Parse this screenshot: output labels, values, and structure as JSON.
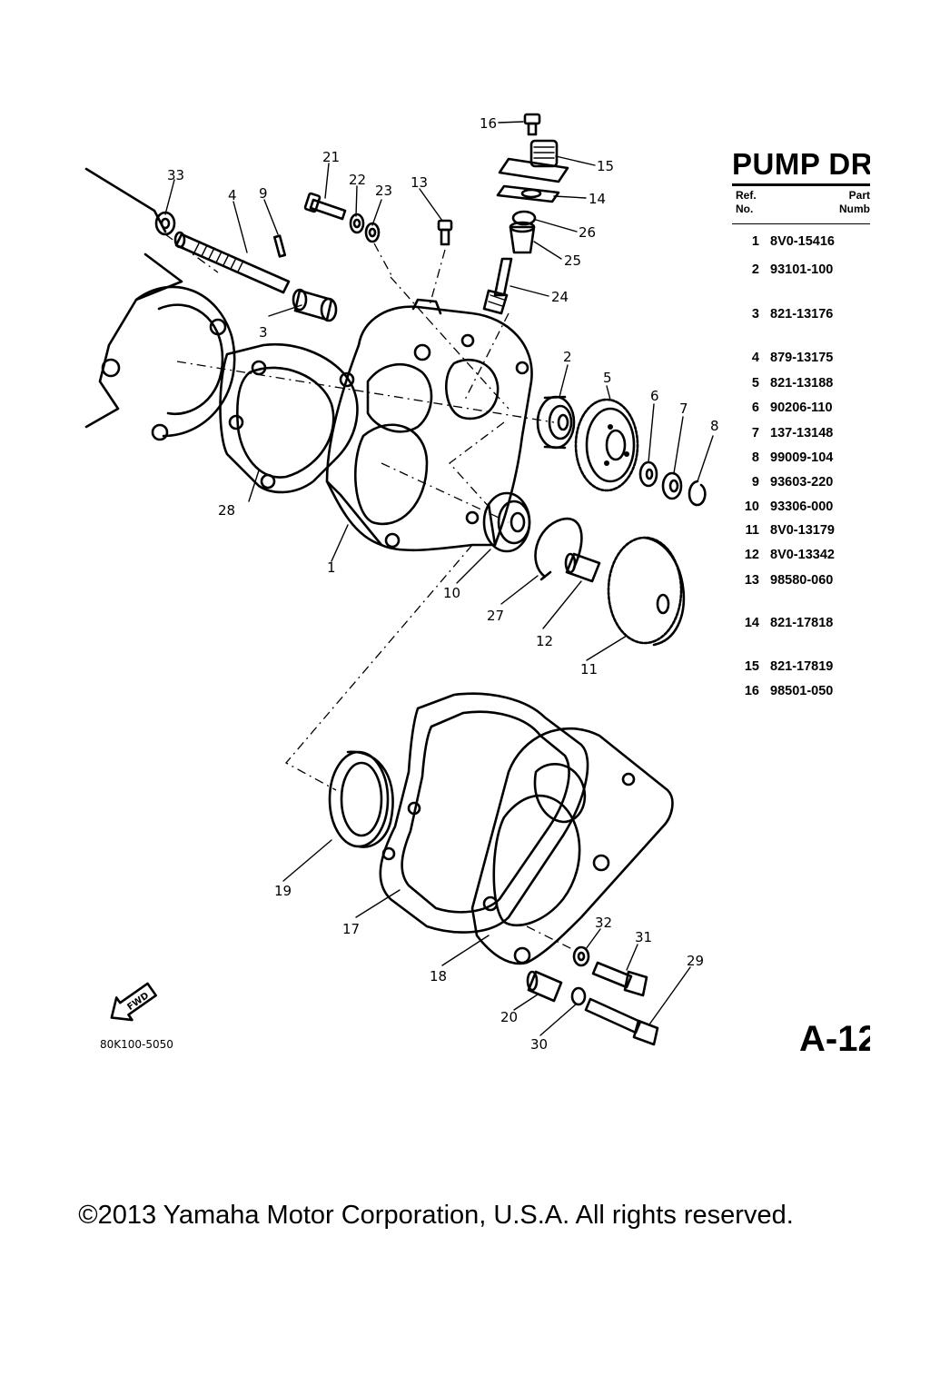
{
  "table": {
    "title": "PUMP DR",
    "header_ref": [
      "Ref.",
      "No."
    ],
    "header_part": [
      "Part",
      "Numb"
    ],
    "rows": [
      {
        "ref": "1",
        "part_number": "8V0-15416"
      },
      {
        "ref": "2",
        "part_number": "93101-100"
      },
      {
        "ref": "3",
        "part_number": "821-13176"
      },
      {
        "ref": "4",
        "part_number": "879-13175"
      },
      {
        "ref": "5",
        "part_number": "821-13188"
      },
      {
        "ref": "6",
        "part_number": "90206-110"
      },
      {
        "ref": "7",
        "part_number": "137-13148"
      },
      {
        "ref": "8",
        "part_number": "99009-104"
      },
      {
        "ref": "9",
        "part_number": "93603-220"
      },
      {
        "ref": "10",
        "part_number": "93306-000"
      },
      {
        "ref": "11",
        "part_number": "8V0-13179"
      },
      {
        "ref": "12",
        "part_number": "8V0-13342"
      },
      {
        "ref": "13",
        "part_number": "98580-060"
      },
      {
        "ref": "14",
        "part_number": "821-17818"
      },
      {
        "ref": "15",
        "part_number": "821-17819"
      },
      {
        "ref": "16",
        "part_number": "98501-050"
      }
    ]
  },
  "diagram": {
    "callouts": [
      "1",
      "2",
      "3",
      "4",
      "5",
      "6",
      "7",
      "8",
      "9",
      "10",
      "11",
      "12",
      "13",
      "14",
      "15",
      "16",
      "17",
      "18",
      "19",
      "20",
      "21",
      "22",
      "23",
      "24",
      "25",
      "26",
      "27",
      "28",
      "29",
      "30",
      "31",
      "32",
      "33"
    ],
    "fwd_label": "FWD",
    "code": "80K100-5050"
  },
  "page_label": "A-12",
  "copyright": "©2013 Yamaha Motor Corporation, U.S.A. All rights reserved."
}
